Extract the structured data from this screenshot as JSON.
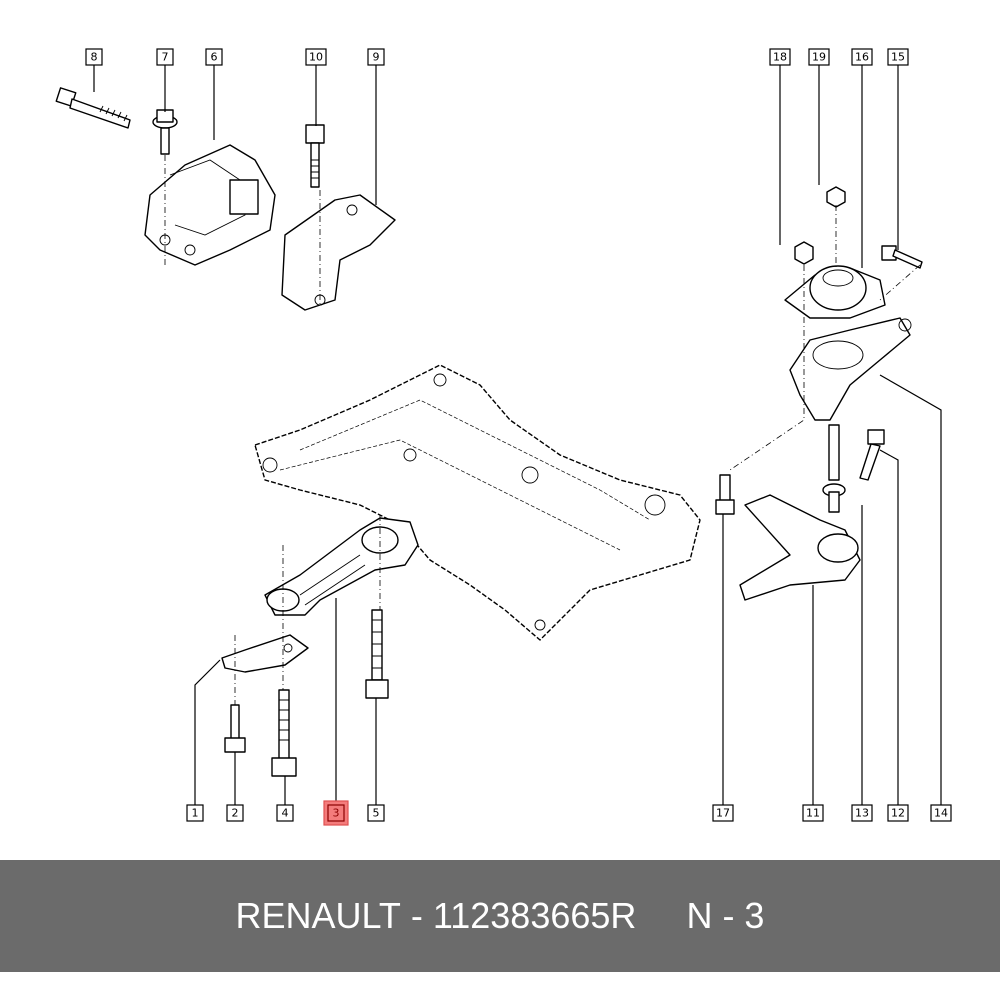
{
  "diagram": {
    "highlight_color": "#f47c7c",
    "callouts_top": [
      "8",
      "7",
      "6",
      "10",
      "9",
      "18",
      "19",
      "16",
      "15"
    ],
    "callouts_bottom": [
      "1",
      "2",
      "4",
      "3",
      "5",
      "17",
      "11",
      "13",
      "12",
      "14"
    ],
    "highlighted": "3"
  },
  "footer": {
    "brand": "RENAULT",
    "separator": " - ",
    "part_number": "112383665R",
    "position_label": "N - 3"
  }
}
